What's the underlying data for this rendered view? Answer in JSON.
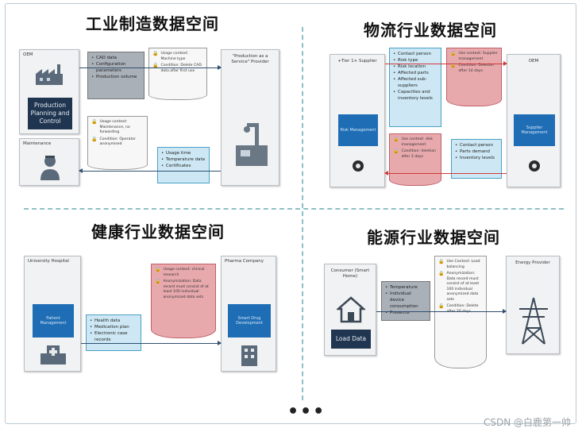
{
  "titles": {
    "q1": "工业制造数据空间",
    "q2": "物流行业数据空间",
    "q3": "健康行业数据空间",
    "q4": "能源行业数据空间"
  },
  "manufacturing": {
    "oem_label": "OEM",
    "production_tile": "Production Planning and Control",
    "maintenance_label": "Maintenance",
    "provider_label": "\"Production as a Service\" Provider",
    "data_out": [
      "CAD data",
      "Configuration parameters",
      "Production volume"
    ],
    "policy_doc_1": [
      "Usage context: Machine type",
      "Condition: Delete CAD data after first use"
    ],
    "policy_doc_2": [
      "Usage context: Maintenance, no forwarding",
      "Condition: Operator anonymised"
    ],
    "data_back": [
      "Usage time",
      "Temperature data",
      "Certificates"
    ]
  },
  "logistics": {
    "supplier_label": "+Tier 1+ Supplier",
    "supplier_tile": "Risk Management",
    "oem_label": "OEM",
    "oem_tile": "Supplier Management",
    "data_out": [
      "Contact person",
      "Risk type",
      "Risk location",
      "Affected parts",
      "Affected sub-suppliers",
      "Capacities and inventory levels"
    ],
    "policy_doc_1": [
      "Use context: Supplier management",
      "Condition: Deletion after 14 days"
    ],
    "policy_doc_2": [
      "Use context: disk management",
      "Condition: deletion after 3 days"
    ],
    "data_back": [
      "Contact person",
      "Parts demand",
      "Inventory levels"
    ]
  },
  "health": {
    "hospital_label": "University Hospital",
    "hospital_tile": "Patient Management",
    "pharma_label": "Pharma Company",
    "pharma_tile": "Smart Drug Development",
    "policy_doc": [
      "Usage context: clinical research",
      "Anonymization: Data record must consist of at least 100 individual anonymized data sets"
    ],
    "data_out": [
      "Health data",
      "Medication plan",
      "Electronic case records"
    ]
  },
  "energy": {
    "consumer_label": "Consumer (Smart Home)",
    "consumer_tile": "Load Data",
    "data_out": [
      "Temperature",
      "Individual device consumption",
      "Presence"
    ],
    "policy_doc": [
      "Use Context: Load balancing",
      "Anonymization: Data record must consist of at least 100 individual anonymized data sets",
      "Condition: Delete after 30 days"
    ],
    "provider_label": "Energy Provider"
  },
  "footer": {
    "ellipsis": "•••",
    "watermark": "CSDN @白鹿第一帅"
  },
  "colors": {
    "tile_blue": "#1f6db5",
    "data_blue": "#cde8f4",
    "policy_pink": "#e8a9ad",
    "divider": "#8fbfc4"
  }
}
